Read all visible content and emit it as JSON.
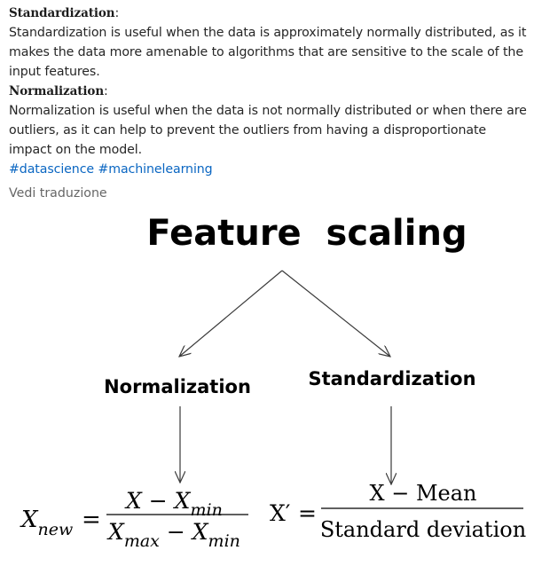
{
  "post": {
    "standardization_heading": "Standardization",
    "standardization_colon": ":",
    "standardization_text": "Standardization is useful when the data is approximately normally distributed, as it makes the data more amenable to algorithms that are sensitive to the scale of the input features.",
    "normalization_heading": "Normalization",
    "normalization_colon": ":",
    "normalization_text": "Normalization is useful when the data is not normally distributed or when there are outliers, as it can help to prevent the outliers from having a disproportionate impact on the model.",
    "hashtags": [
      "#datascience",
      "#machinelearning"
    ],
    "translate_link": "Vedi traduzione"
  },
  "diagram": {
    "title": "Feature  scaling",
    "left_label": "Normalization",
    "right_label": "Standardization",
    "left_formula": {
      "lhs_base": "X",
      "lhs_sub": "new",
      "equals": "=",
      "num_a": "X",
      "num_op": "−",
      "num_b": "X",
      "num_b_sub": "min",
      "den_a": "X",
      "den_a_sub": "max",
      "den_op": "−",
      "den_b": "X",
      "den_b_sub": "min"
    },
    "right_formula": {
      "lhs": "X′",
      "equals": "=",
      "numerator": "X − Mean",
      "denominator": "Standard deviation"
    }
  }
}
